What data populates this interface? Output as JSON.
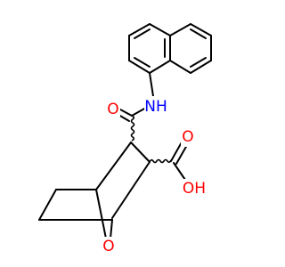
{
  "atoms": {
    "amide_nh": {
      "label": "NH",
      "color": "#0000ff"
    },
    "carbonyl_o": {
      "label": "O",
      "color": "#ff0000"
    },
    "hydroxyl": {
      "label": "OH",
      "color": "#ff0000"
    },
    "bridge_o": {
      "label": "O",
      "color": "#ff0000"
    }
  },
  "colors": {
    "bond": "#000000",
    "nitrogen": "#0000ff",
    "oxygen": "#ff0000",
    "background": "#ffffff"
  }
}
